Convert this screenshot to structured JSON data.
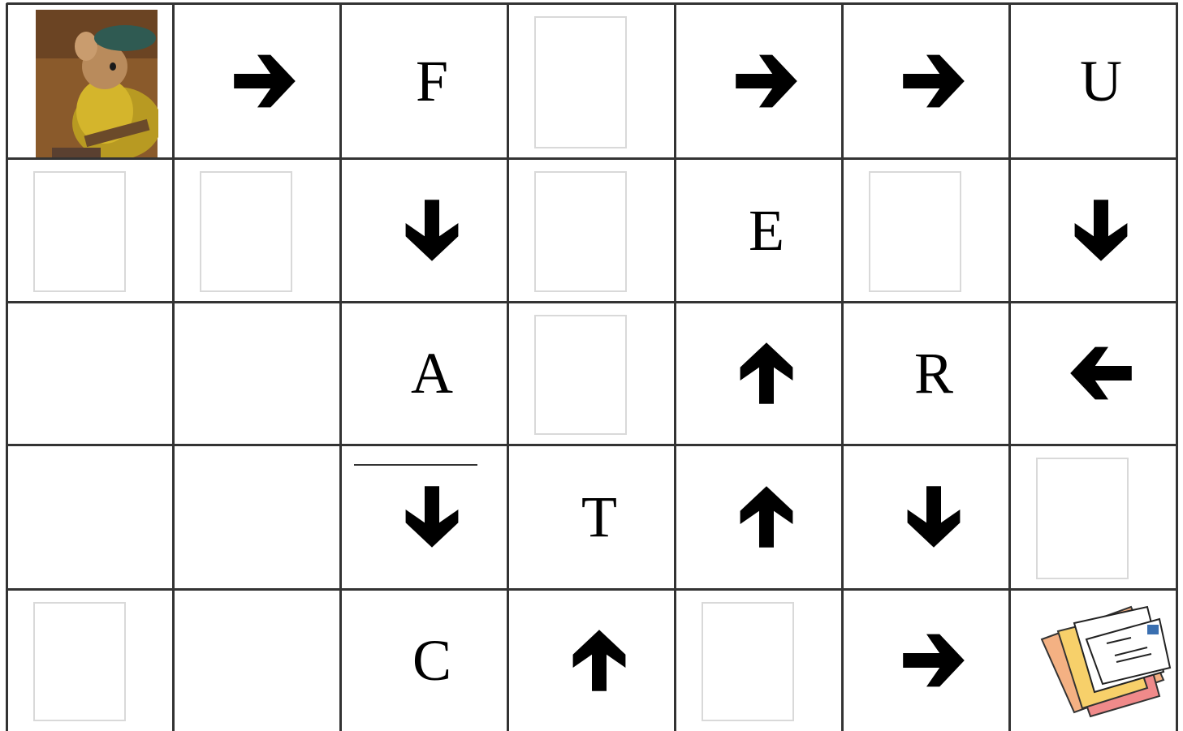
{
  "board": {
    "rows": 5,
    "cols": 7,
    "line_color": "#333333",
    "frame_color": "#d9d9d9"
  },
  "cells": [
    [
      {
        "type": "image",
        "icon": "mouse-character-icon"
      },
      {
        "type": "arrow",
        "dir": "right"
      },
      {
        "type": "letter",
        "text": "F"
      },
      {
        "type": "blank",
        "frame": true
      },
      {
        "type": "arrow",
        "dir": "right"
      },
      {
        "type": "arrow",
        "dir": "right"
      },
      {
        "type": "letter",
        "text": "U"
      }
    ],
    [
      {
        "type": "blank",
        "frame": true
      },
      {
        "type": "blank",
        "frame": true
      },
      {
        "type": "arrow",
        "dir": "down"
      },
      {
        "type": "blank",
        "frame": true
      },
      {
        "type": "letter",
        "text": "E"
      },
      {
        "type": "blank",
        "frame": true
      },
      {
        "type": "arrow",
        "dir": "down"
      }
    ],
    [
      {
        "type": "blank",
        "frame": false
      },
      {
        "type": "blank",
        "frame": false
      },
      {
        "type": "letter",
        "text": "A"
      },
      {
        "type": "blank",
        "frame": true
      },
      {
        "type": "arrow",
        "dir": "up"
      },
      {
        "type": "letter",
        "text": "R"
      },
      {
        "type": "arrow",
        "dir": "left"
      }
    ],
    [
      {
        "type": "blank",
        "frame": false
      },
      {
        "type": "blank",
        "frame": false
      },
      {
        "type": "arrow",
        "dir": "down"
      },
      {
        "type": "letter",
        "text": "T"
      },
      {
        "type": "arrow",
        "dir": "up"
      },
      {
        "type": "arrow",
        "dir": "down"
      },
      {
        "type": "blank",
        "frame": true
      }
    ],
    [
      {
        "type": "blank",
        "frame": true
      },
      {
        "type": "blank",
        "frame": false
      },
      {
        "type": "letter",
        "text": "C"
      },
      {
        "type": "arrow",
        "dir": "up"
      },
      {
        "type": "blank",
        "frame": true
      },
      {
        "type": "arrow",
        "dir": "right"
      },
      {
        "type": "image",
        "icon": "letters-envelopes-icon"
      }
    ]
  ]
}
